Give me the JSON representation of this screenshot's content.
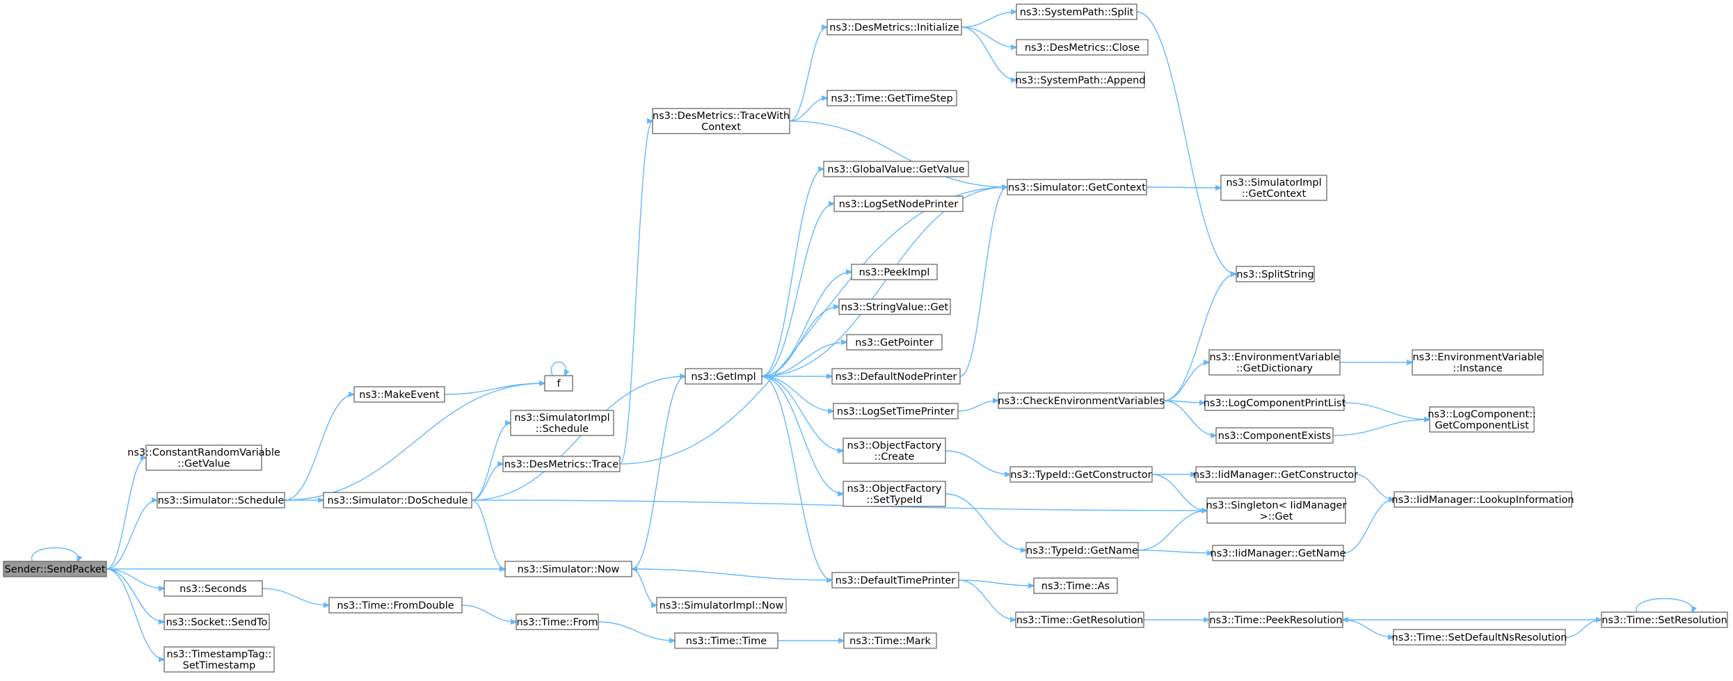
{
  "diagram": {
    "nodes": [
      {
        "id": "send",
        "lines": [
          "Sender::SendPacket"
        ],
        "highlight": true
      },
      {
        "id": "crv",
        "lines": [
          "ns3::ConstantRandomVariable",
          "::GetValue"
        ]
      },
      {
        "id": "sched",
        "lines": [
          "ns3::Simulator::Schedule"
        ]
      },
      {
        "id": "now",
        "lines": [
          "ns3::Simulator::Now"
        ]
      },
      {
        "id": "seconds",
        "lines": [
          "ns3::Seconds"
        ]
      },
      {
        "id": "sendto",
        "lines": [
          "ns3::Socket::SendTo"
        ]
      },
      {
        "id": "tstag",
        "lines": [
          "ns3::TimestampTag::",
          "SetTimestamp"
        ]
      },
      {
        "id": "makeev",
        "lines": [
          "ns3::MakeEvent"
        ]
      },
      {
        "id": "f",
        "lines": [
          "f"
        ]
      },
      {
        "id": "dosched",
        "lines": [
          "ns3::Simulator::DoSchedule"
        ]
      },
      {
        "id": "simimplsched",
        "lines": [
          "ns3::SimulatorImpl",
          "::Schedule"
        ]
      },
      {
        "id": "dmtrace",
        "lines": [
          "ns3::DesMetrics::Trace"
        ]
      },
      {
        "id": "getimpl",
        "lines": [
          "ns3::GetImpl"
        ]
      },
      {
        "id": "singleton",
        "lines": [
          "ns3::Singleton< IidManager",
          ">::Get"
        ]
      },
      {
        "id": "fromdouble",
        "lines": [
          "ns3::Time::FromDouble"
        ]
      },
      {
        "id": "from",
        "lines": [
          "ns3::Time::From"
        ]
      },
      {
        "id": "time",
        "lines": [
          "ns3::Time::Time"
        ]
      },
      {
        "id": "mark",
        "lines": [
          "ns3::Time::Mark"
        ]
      },
      {
        "id": "simimplnow",
        "lines": [
          "ns3::SimulatorImpl::Now"
        ]
      },
      {
        "id": "dmtracectx",
        "lines": [
          "ns3::DesMetrics::TraceWith",
          "Context"
        ]
      },
      {
        "id": "dminit",
        "lines": [
          "ns3::DesMetrics::Initialize"
        ]
      },
      {
        "id": "gettimestep",
        "lines": [
          "ns3::Time::GetTimeStep"
        ]
      },
      {
        "id": "getcontext",
        "lines": [
          "ns3::Simulator::GetContext"
        ]
      },
      {
        "id": "spsplit",
        "lines": [
          "ns3::SystemPath::Split"
        ]
      },
      {
        "id": "dmclose",
        "lines": [
          "ns3::DesMetrics::Close"
        ]
      },
      {
        "id": "spappend",
        "lines": [
          "ns3::SystemPath::Append"
        ]
      },
      {
        "id": "simimplgetctx",
        "lines": [
          "ns3::SimulatorImpl",
          "::GetContext"
        ]
      },
      {
        "id": "splitstring",
        "lines": [
          "ns3::SplitString"
        ]
      },
      {
        "id": "gvgetvalue",
        "lines": [
          "ns3::GlobalValue::GetValue"
        ]
      },
      {
        "id": "logsetnode",
        "lines": [
          "ns3::LogSetNodePrinter"
        ]
      },
      {
        "id": "peekimpl",
        "lines": [
          "ns3::PeekImpl"
        ]
      },
      {
        "id": "svget",
        "lines": [
          "ns3::StringValue::Get"
        ]
      },
      {
        "id": "getpointer",
        "lines": [
          "ns3::GetPointer"
        ]
      },
      {
        "id": "defnodeprinter",
        "lines": [
          "ns3::DefaultNodePrinter"
        ]
      },
      {
        "id": "logsettime",
        "lines": [
          "ns3::LogSetTimePrinter"
        ]
      },
      {
        "id": "ofcreate",
        "lines": [
          "ns3::ObjectFactory",
          "::Create"
        ]
      },
      {
        "id": "ofsettypeid",
        "lines": [
          "ns3::ObjectFactory",
          "::SetTypeId"
        ]
      },
      {
        "id": "deftimeprinter",
        "lines": [
          "ns3::DefaultTimePrinter"
        ]
      },
      {
        "id": "checkenv",
        "lines": [
          "ns3::CheckEnvironmentVariables"
        ]
      },
      {
        "id": "envgetdict",
        "lines": [
          "ns3::EnvironmentVariable",
          "::GetDictionary"
        ]
      },
      {
        "id": "envinstance",
        "lines": [
          "ns3::EnvironmentVariable",
          "::Instance"
        ]
      },
      {
        "id": "logcompprint",
        "lines": [
          "ns3::LogComponentPrintList"
        ]
      },
      {
        "id": "compexists",
        "lines": [
          "ns3::ComponentExists"
        ]
      },
      {
        "id": "logcompgetlist",
        "lines": [
          "ns3::LogComponent::",
          "GetComponentList"
        ]
      },
      {
        "id": "tidgetctor",
        "lines": [
          "ns3::TypeId::GetConstructor"
        ]
      },
      {
        "id": "iidgetctor",
        "lines": [
          "ns3::IidManager::GetConstructor"
        ]
      },
      {
        "id": "iidlookup",
        "lines": [
          "ns3::IidManager::LookupInformation"
        ]
      },
      {
        "id": "tidgetname",
        "lines": [
          "ns3::TypeId::GetName"
        ]
      },
      {
        "id": "iidgetname",
        "lines": [
          "ns3::IidManager::GetName"
        ]
      },
      {
        "id": "timeas",
        "lines": [
          "ns3::Time::As"
        ]
      },
      {
        "id": "getres",
        "lines": [
          "ns3::Time::GetResolution"
        ]
      },
      {
        "id": "peekres",
        "lines": [
          "ns3::Time::PeekResolution"
        ]
      },
      {
        "id": "setdefres",
        "lines": [
          "ns3::Time::SetDefaultNsResolution"
        ]
      },
      {
        "id": "setres",
        "lines": [
          "ns3::Time::SetResolution"
        ]
      }
    ],
    "edges": [
      [
        "send",
        "send"
      ],
      [
        "send",
        "crv"
      ],
      [
        "send",
        "sched"
      ],
      [
        "send",
        "now"
      ],
      [
        "send",
        "seconds"
      ],
      [
        "send",
        "sendto"
      ],
      [
        "send",
        "tstag"
      ],
      [
        "sched",
        "makeev"
      ],
      [
        "sched",
        "f"
      ],
      [
        "sched",
        "dosched"
      ],
      [
        "makeev",
        "f"
      ],
      [
        "f",
        "f"
      ],
      [
        "dosched",
        "simimplsched"
      ],
      [
        "dosched",
        "dmtrace"
      ],
      [
        "dosched",
        "getimpl"
      ],
      [
        "dosched",
        "singleton"
      ],
      [
        "dosched",
        "now"
      ],
      [
        "dmtrace",
        "dmtracectx"
      ],
      [
        "dmtrace",
        "getcontext"
      ],
      [
        "now",
        "getimpl"
      ],
      [
        "now",
        "simimplnow"
      ],
      [
        "seconds",
        "fromdouble"
      ],
      [
        "fromdouble",
        "from"
      ],
      [
        "from",
        "time"
      ],
      [
        "time",
        "mark"
      ],
      [
        "dmtracectx",
        "dminit"
      ],
      [
        "dmtracectx",
        "gettimestep"
      ],
      [
        "dmtracectx",
        "getcontext"
      ],
      [
        "dminit",
        "spsplit"
      ],
      [
        "dminit",
        "dmclose"
      ],
      [
        "dminit",
        "spappend"
      ],
      [
        "spsplit",
        "splitstring"
      ],
      [
        "getcontext",
        "simimplgetctx"
      ],
      [
        "getcontext",
        "getimpl"
      ],
      [
        "getimpl",
        "gvgetvalue"
      ],
      [
        "getimpl",
        "logsetnode"
      ],
      [
        "getimpl",
        "peekimpl"
      ],
      [
        "getimpl",
        "svget"
      ],
      [
        "getimpl",
        "getpointer"
      ],
      [
        "getimpl",
        "defnodeprinter"
      ],
      [
        "getimpl",
        "logsettime"
      ],
      [
        "getimpl",
        "ofcreate"
      ],
      [
        "getimpl",
        "ofsettypeid"
      ],
      [
        "getimpl",
        "deftimeprinter"
      ],
      [
        "defnodeprinter",
        "getcontext"
      ],
      [
        "logsettime",
        "checkenv"
      ],
      [
        "checkenv",
        "splitstring"
      ],
      [
        "checkenv",
        "envgetdict"
      ],
      [
        "checkenv",
        "logcompprint"
      ],
      [
        "checkenv",
        "compexists"
      ],
      [
        "envgetdict",
        "envinstance"
      ],
      [
        "logcompprint",
        "logcompgetlist"
      ],
      [
        "compexists",
        "logcompgetlist"
      ],
      [
        "ofcreate",
        "tidgetctor"
      ],
      [
        "tidgetctor",
        "iidgetctor"
      ],
      [
        "tidgetctor",
        "singleton"
      ],
      [
        "iidgetctor",
        "iidlookup"
      ],
      [
        "ofsettypeid",
        "tidgetname"
      ],
      [
        "tidgetname",
        "singleton"
      ],
      [
        "tidgetname",
        "iidgetname"
      ],
      [
        "iidgetname",
        "iidlookup"
      ],
      [
        "deftimeprinter",
        "now"
      ],
      [
        "deftimeprinter",
        "timeas"
      ],
      [
        "deftimeprinter",
        "getres"
      ],
      [
        "getres",
        "peekres"
      ],
      [
        "peekres",
        "setdefres"
      ],
      [
        "setdefres",
        "setres"
      ],
      [
        "setres",
        "peekres"
      ],
      [
        "setres",
        "setres"
      ]
    ]
  }
}
